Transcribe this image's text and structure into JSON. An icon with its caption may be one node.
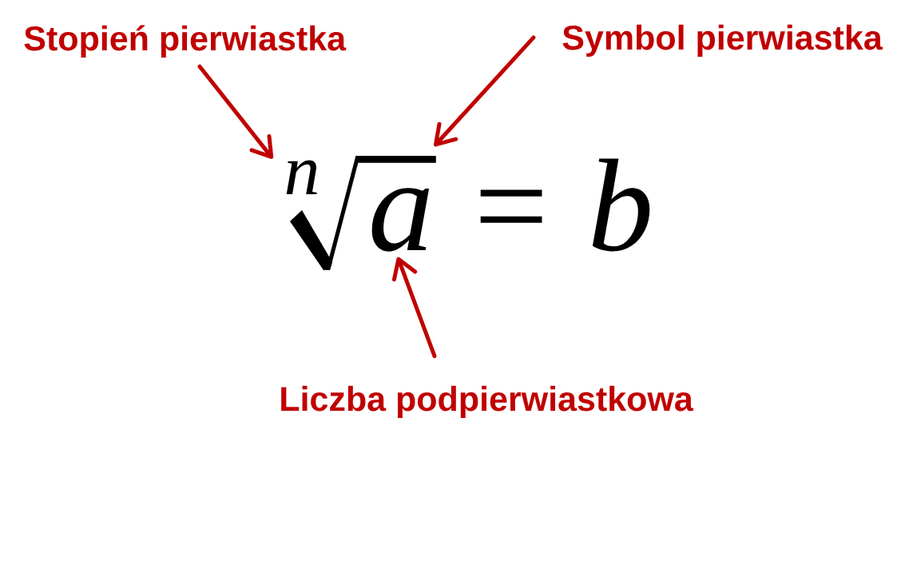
{
  "diagram": {
    "nodes": [
      {
        "text": [
          "Stopień pierwiastka"
        ]
      },
      {
        "text": [
          "Symbol pierwiastka"
        ]
      },
      {
        "text": [
          "n"
        ]
      },
      {
        "text": [],
        "shape": "symbol"
      },
      {
        "text": [
          "a"
        ],
        "in": 3
      },
      {
        "text": [
          "Liczba podpierwiastkowa"
        ]
      }
    ],
    "edges": [
      {
        "from": 0,
        "to": 2,
        "arrow": "to"
      },
      {
        "from": 1,
        "to": 3,
        "arrow": "to"
      },
      {
        "from": 5,
        "to": 4,
        "arrow": "to"
      }
    ],
    "labels": [
      "=",
      "b"
    ]
  }
}
